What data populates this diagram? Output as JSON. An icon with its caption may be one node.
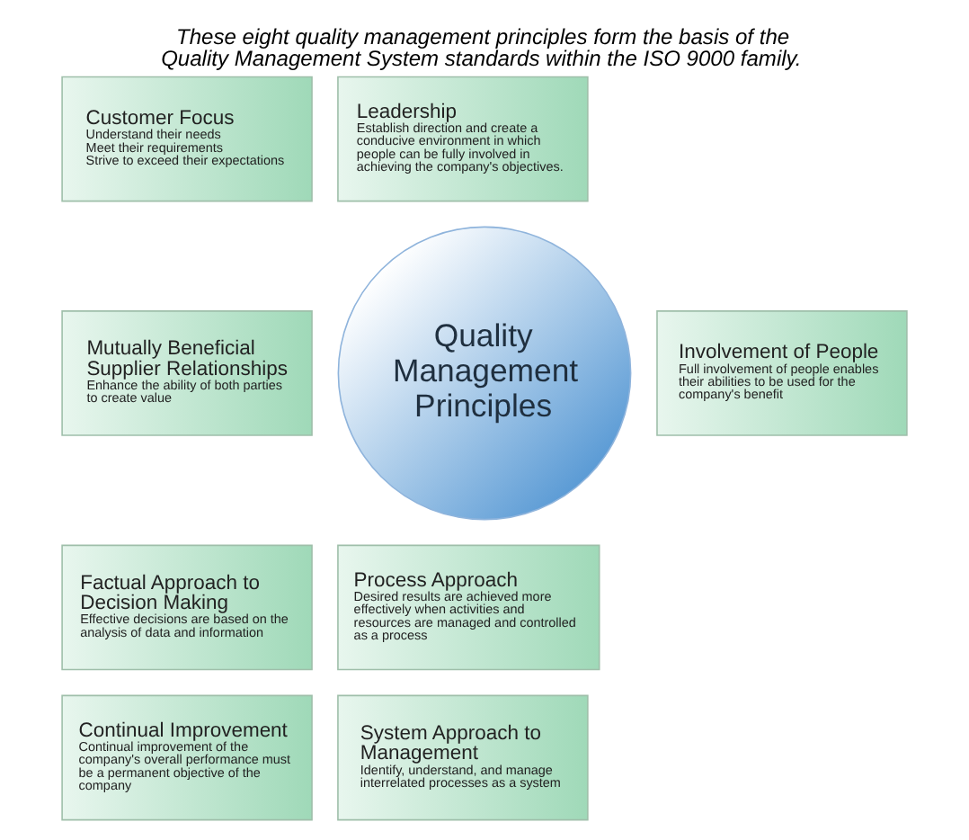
{
  "diagram": {
    "title": "These eight quality management principles form the basis of the Quality Management System standards within the ISO 9000 family.",
    "nodes": [
      {
        "text": [
          "Customer Focus",
          "Understand their needs",
          "Meet their requirements",
          "Strive to exceed their expectations"
        ]
      },
      {
        "text": [
          "Leadership",
          "Establish direction and create a conducive environment in which people can be fully involved in achieving the company's objectives."
        ]
      },
      {
        "text": [
          "Mutually Beneficial Supplier Relationships",
          "Enhance the ability of both parties to create value"
        ]
      },
      {
        "text": [
          "Quality Management Principles"
        ]
      },
      {
        "text": [
          "Involvement of People",
          "Full involvement of people enables their abilities to be used for the company's benefit"
        ]
      },
      {
        "text": [
          "Factual Approach to Decision Making",
          "Effective decisions are based on the analysis of data and information"
        ]
      },
      {
        "text": [
          "Process Approach",
          "Desired results are achieved more effectively when activities and resources are managed and controlled as a process"
        ]
      },
      {
        "text": [
          "Continual Improvement",
          "Continual improvement of the company's overall performance must be a permanent objective of the company"
        ]
      },
      {
        "text": [
          "System Approach to Management",
          "Identify, understand, and manage interrelated processes as a system"
        ]
      }
    ],
    "edges": []
  }
}
